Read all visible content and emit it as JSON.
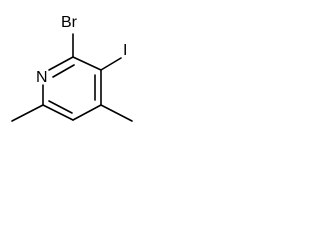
{
  "structure": {
    "atoms": {
      "bromine": "Br",
      "iodine": "I",
      "nitrogen": "N"
    }
  }
}
